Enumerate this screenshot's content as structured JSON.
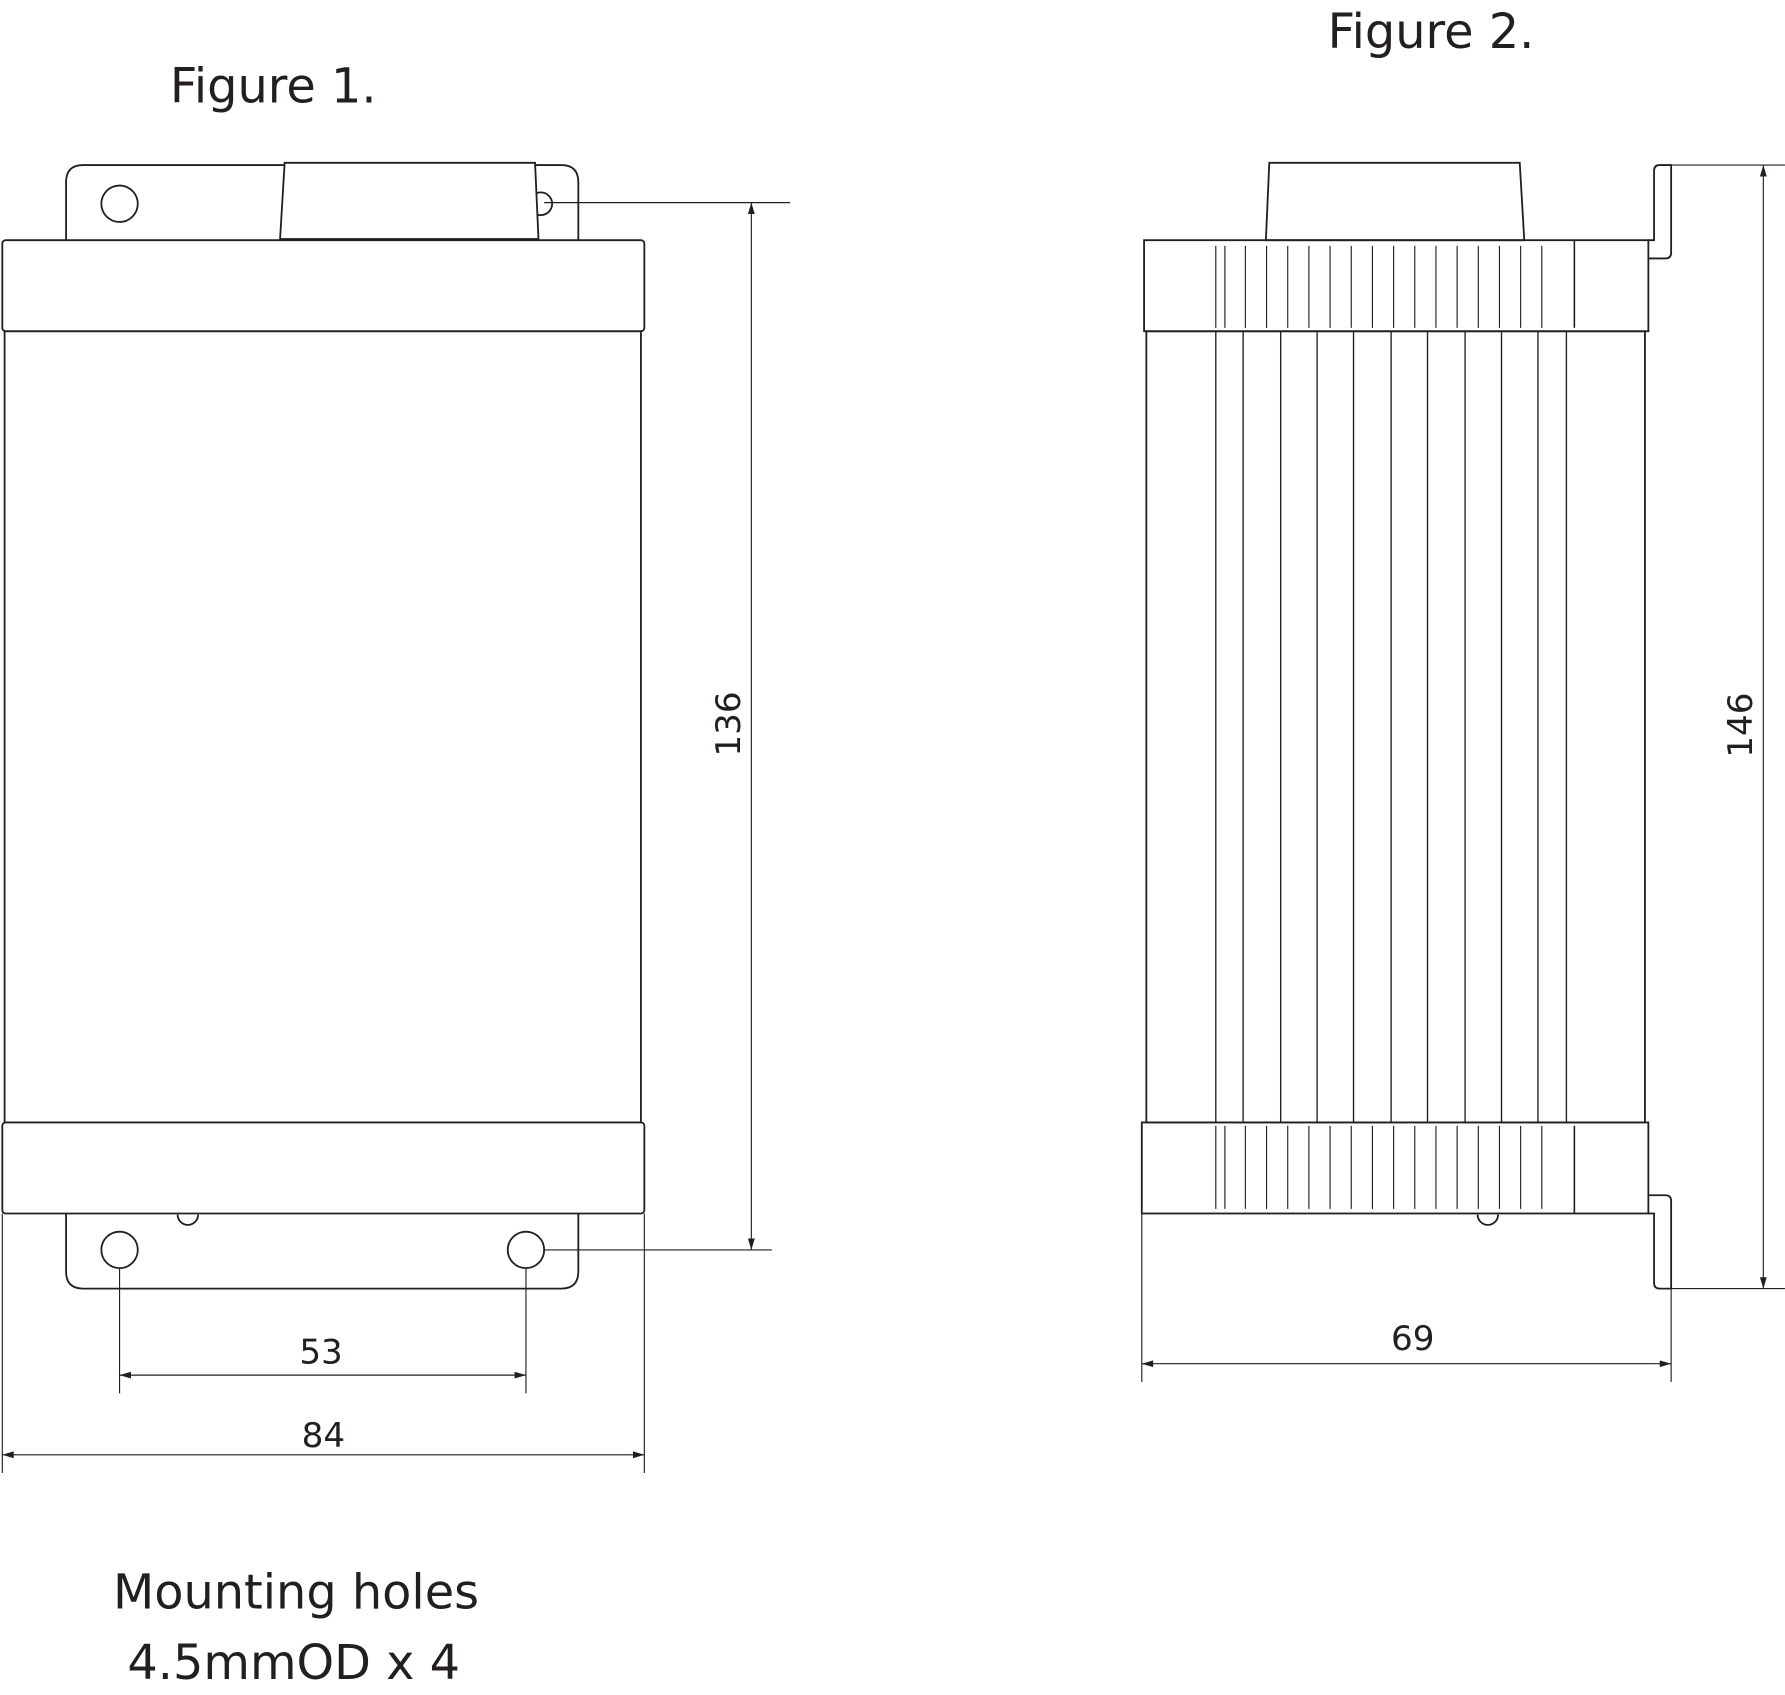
{
  "figure1": {
    "title": "Figure 1.",
    "dim_height": "136",
    "dim_hole_spacing": "53",
    "dim_width": "84",
    "note_line1": "Mounting holes",
    "note_line2": "4.5mmOD x 4"
  },
  "figure2": {
    "title": "Figure 2.",
    "dim_height": "146",
    "dim_depth": "69"
  },
  "colors": {
    "line": "#231f20",
    "background": "#ffffff"
  }
}
